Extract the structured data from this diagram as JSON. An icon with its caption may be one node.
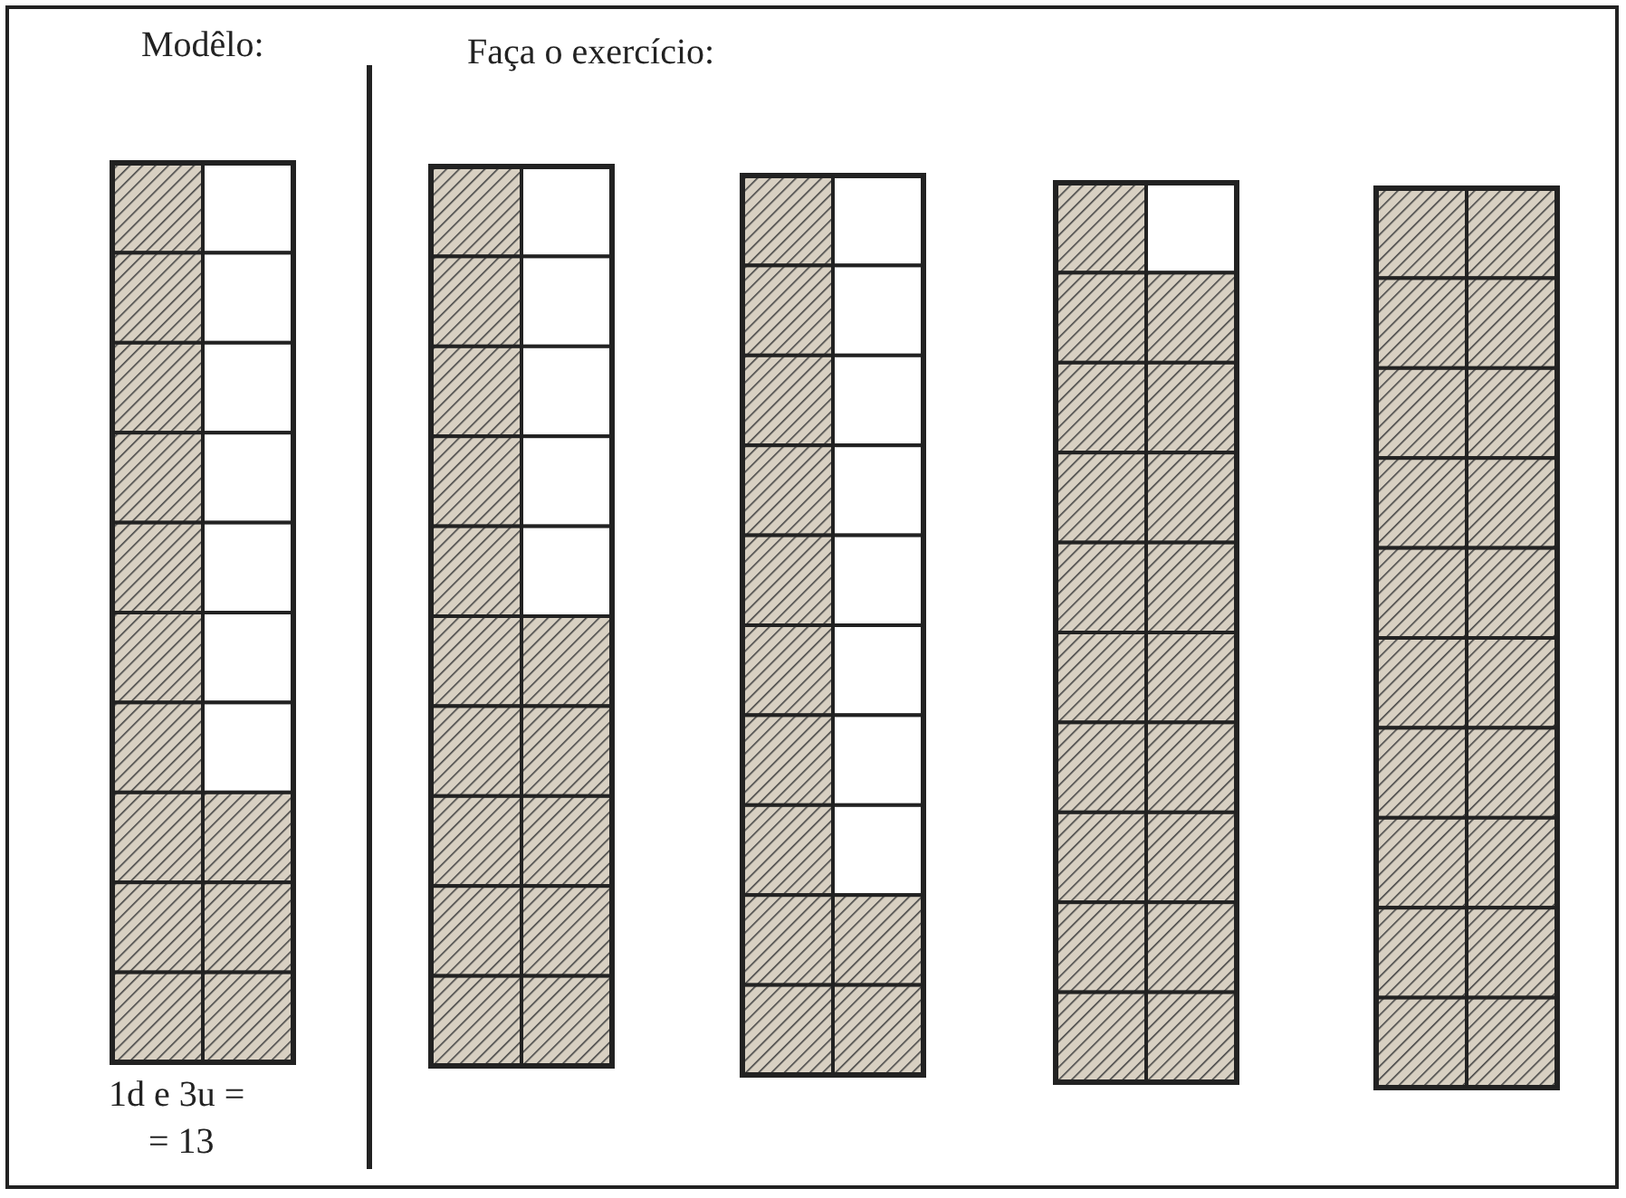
{
  "diagram": {
    "labels": [
      "Modêlo:",
      "Faça o exercício:",
      "1d e 3u =",
      "= 13"
    ]
  }
}
